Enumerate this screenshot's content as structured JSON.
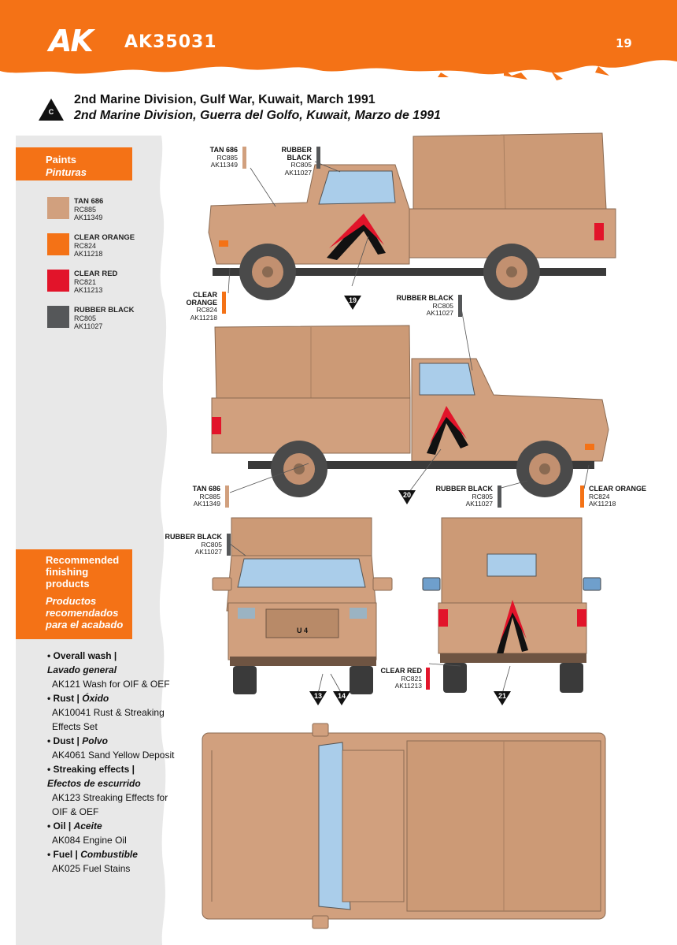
{
  "header": {
    "logo": "AK",
    "code": "AK35031",
    "page": "19"
  },
  "scheme": {
    "badge": "C",
    "title_en": "2nd Marine Division, Gulf War, Kuwait, March 1991",
    "title_es": "2nd Marine Division, Guerra del Golfo, Kuwait, Marzo de 1991"
  },
  "paints_box": {
    "title_en": "Paints",
    "title_es": "Pinturas"
  },
  "paints": [
    {
      "name": "TAN 686",
      "rc": "RC885",
      "ak": "AK11349",
      "color": "#d1a07e"
    },
    {
      "name": "CLEAR ORANGE",
      "rc": "RC824",
      "ak": "AK11218",
      "color": "#f47216"
    },
    {
      "name": "CLEAR RED",
      "rc": "RC821",
      "ak": "AK11213",
      "color": "#e2142a"
    },
    {
      "name": "RUBBER BLACK",
      "rc": "RC805",
      "ak": "AK11027",
      "color": "#555759"
    }
  ],
  "finishing_box": {
    "title_en": "Recommended finishing products",
    "title_es": "Productos recomendados para el acabado"
  },
  "finishing": [
    {
      "cat_en": "Overall wash |",
      "cat_es": "Lavado general",
      "products": [
        "AK121 Wash for OIF & OEF"
      ]
    },
    {
      "cat_en": "Rust |",
      "cat_es": "Óxido",
      "products": [
        "AK10041 Rust & Streaking",
        "Effects Set"
      ]
    },
    {
      "cat_en": "Dust |",
      "cat_es": "Polvo",
      "products": [
        "AK4061 Sand Yellow Deposit"
      ]
    },
    {
      "cat_en": "Streaking effects |",
      "cat_es": "Efectos de escurrido",
      "products": [
        "AK123 Streaking Effects for",
        "OIF & OEF"
      ]
    },
    {
      "cat_en": "Oil |",
      "cat_es": "Aceite",
      "products": [
        "AK084 Engine Oil"
      ]
    },
    {
      "cat_en": "Fuel |",
      "cat_es": "Combustible",
      "products": [
        "AK025 Fuel Stains"
      ]
    }
  ],
  "callouts": {
    "c1": {
      "name": "TAN 686",
      "rc": "RC885",
      "ak": "AK11349"
    },
    "c2": {
      "name": "RUBBER BLACK",
      "rc": "RC805",
      "ak": "AK11027"
    },
    "c3": {
      "name": "CLEAR ORANGE",
      "rc": "RC824",
      "ak": "AK11218"
    },
    "c4": {
      "name": "RUBBER BLACK",
      "rc": "RC805",
      "ak": "AK11027"
    },
    "c5": {
      "name": "TAN 686",
      "rc": "RC885",
      "ak": "AK11349"
    },
    "c6": {
      "name": "RUBBER BLACK",
      "rc": "RC805",
      "ak": "AK11027"
    },
    "c7": {
      "name": "CLEAR ORANGE",
      "rc": "RC824",
      "ak": "AK11218"
    },
    "c8": {
      "name": "RUBBER BLACK",
      "rc": "RC805",
      "ak": "AK11027"
    },
    "c9": {
      "name": "CLEAR RED",
      "rc": "RC821",
      "ak": "AK11213"
    }
  },
  "views": {
    "v19": "19",
    "v20": "20",
    "v13": "13",
    "v14": "14",
    "v21": "21"
  },
  "colors": {
    "accent": "#f47216",
    "tan": "#d1a07e",
    "glass": "#aacdea",
    "dark": "#3a3a3a"
  }
}
